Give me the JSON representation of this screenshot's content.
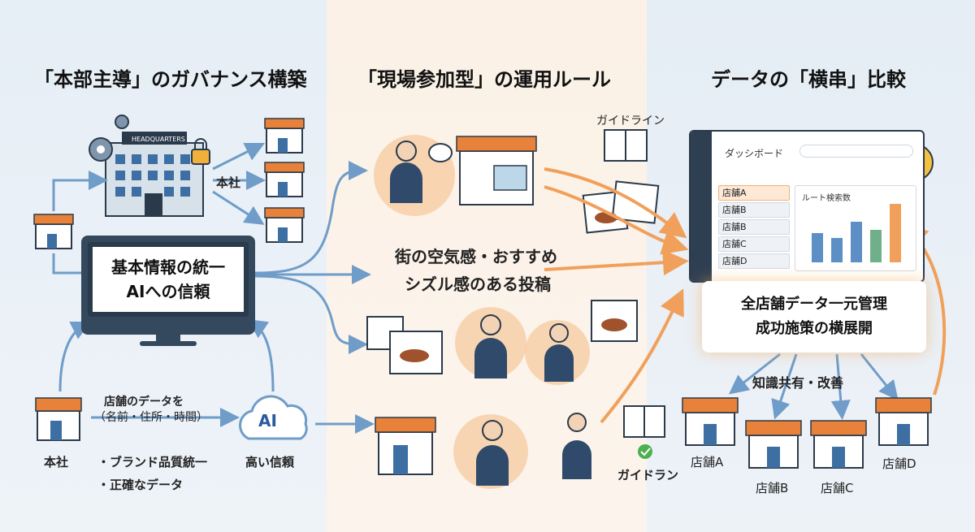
{
  "panels": {
    "governance": {
      "title": "「本部主導」のガバナンス構築",
      "hq_sign": "HEADQUARTERS",
      "hq_label": "本社",
      "monitor_line1": "基本情報の統一",
      "monitor_line2": "AIへの信頼",
      "data_line1": "店舗のデータを",
      "data_line2": "（名前・住所・時間）",
      "bottom_hq_label": "本社",
      "bullet1": "・ブランド品質統一",
      "bullet2": "・正確なデータ",
      "cloud_text": "AI",
      "cloud_label": "高い信頼"
    },
    "field": {
      "title": "「現場参加型」の運用ルール",
      "guideline_label": "ガイドライン",
      "center_line1": "街の空気感・おすすめ",
      "center_line2": "シズル感のある投稿",
      "guide_bottom_label": "ガイドラン"
    },
    "data": {
      "title": "データの「横串」比較",
      "dashboard_title": "ダッシボード",
      "stores": [
        "店舗A",
        "店舗B",
        "店舗B",
        "店舗C",
        "店舗D"
      ],
      "chart_title": "ルート検索数",
      "summary_line1": "全店舗データ一元管理",
      "summary_line2": "成功施策の横展開",
      "share_label": "知識共有・改善",
      "store_a": "店舗A",
      "store_b": "店舗B",
      "store_c": "店舗C",
      "store_d": "店舗D"
    }
  },
  "colors": {
    "awning_orange": "#e8823a",
    "arrow_blue": "#6f9cc8",
    "arrow_orange": "#f0a05a",
    "dark_navy": "#2b3a4a"
  }
}
